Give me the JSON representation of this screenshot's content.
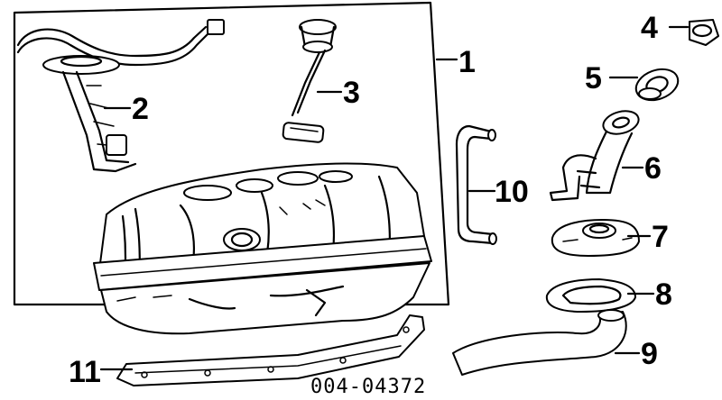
{
  "diagram": {
    "part_code": "004-04372",
    "callouts": [
      {
        "id": "1",
        "label": "1"
      },
      {
        "id": "2",
        "label": "2"
      },
      {
        "id": "3",
        "label": "3"
      },
      {
        "id": "4",
        "label": "4"
      },
      {
        "id": "5",
        "label": "5"
      },
      {
        "id": "6",
        "label": "6"
      },
      {
        "id": "7",
        "label": "7"
      },
      {
        "id": "8",
        "label": "8"
      },
      {
        "id": "9",
        "label": "9"
      },
      {
        "id": "10",
        "label": "10"
      },
      {
        "id": "11",
        "label": "11"
      }
    ]
  }
}
